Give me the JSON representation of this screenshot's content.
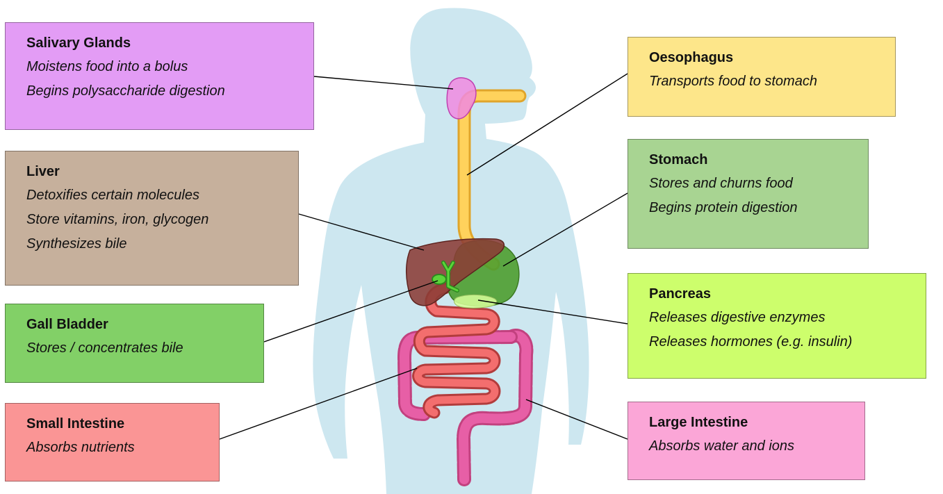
{
  "colors": {
    "silhouette": "#cde7f0",
    "salivary": "#e39cf5",
    "liver": "#c6b09c",
    "gall_bladder": "#82d067",
    "small_intestine": "#fa9595",
    "oesophagus": "#fde68a",
    "stomach": "#a8d492",
    "pancreas": "#cdfe6c",
    "large_intestine": "#fba6d7"
  },
  "labels": {
    "salivary": {
      "title": "Salivary Glands",
      "lines": [
        "Moistens food into a bolus",
        "Begins polysaccharide digestion"
      ]
    },
    "liver": {
      "title": "Liver",
      "lines": [
        "Detoxifies certain molecules",
        "Store vitamins, iron, glycogen",
        "Synthesizes bile"
      ]
    },
    "gall_bladder": {
      "title": "Gall Bladder",
      "lines": [
        "Stores / concentrates bile"
      ]
    },
    "small_intestine": {
      "title": "Small Intestine",
      "lines": [
        "Absorbs nutrients"
      ]
    },
    "oesophagus": {
      "title": "Oesophagus",
      "lines": [
        "Transports food to stomach"
      ]
    },
    "stomach": {
      "title": "Stomach",
      "lines": [
        "Stores and churns food",
        "Begins protein digestion"
      ]
    },
    "pancreas": {
      "title": "Pancreas",
      "lines": [
        "Releases digestive enzymes",
        "Releases hormones (e.g. insulin)"
      ]
    },
    "large_intestine": {
      "title": "Large Intestine",
      "lines": [
        "Absorbs water and ions"
      ]
    }
  }
}
